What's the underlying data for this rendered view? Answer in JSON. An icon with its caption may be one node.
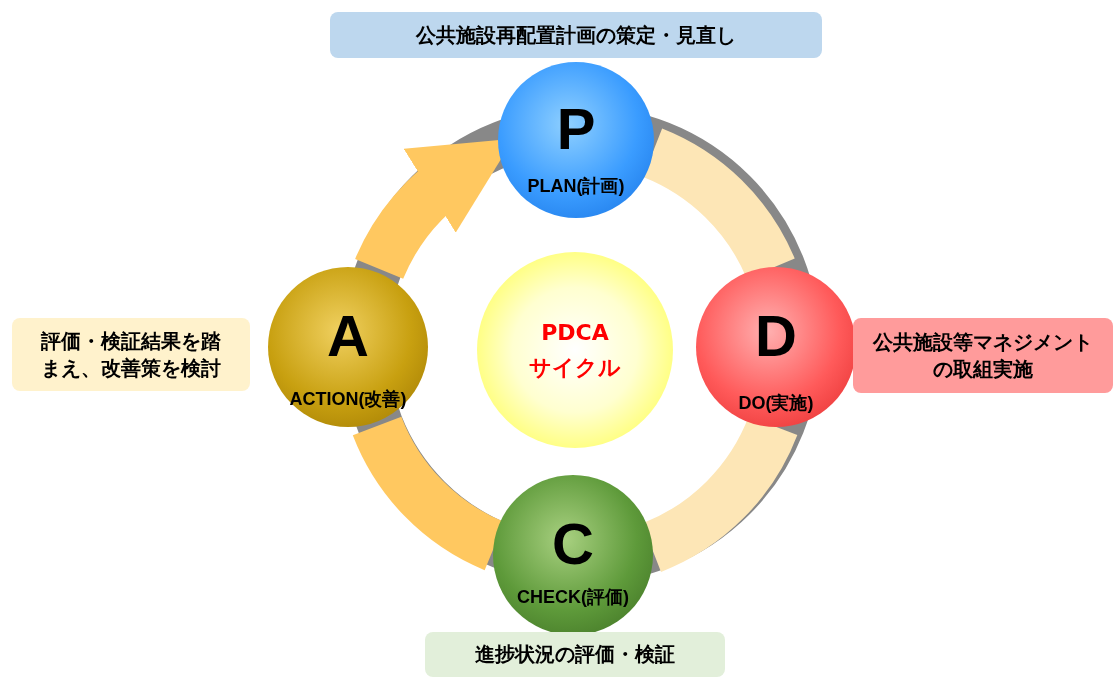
{
  "diagram": {
    "nodes": [
      {
        "text": [
          "P",
          "PLAN(計画)"
        ]
      },
      {
        "text": [
          "D",
          "DO(実施)"
        ]
      },
      {
        "text": [
          "C",
          "CHECK(評価)"
        ]
      },
      {
        "text": [
          "A",
          "ACTION(改善)"
        ]
      },
      {
        "text": [
          "PDCA サイクル"
        ]
      },
      {
        "text": [
          "公共施設再配置計画の策定・見直し"
        ]
      },
      {
        "text": [
          "公共施設等マネジメントの取組実施"
        ]
      },
      {
        "text": [
          "進捗状況の評価・検証"
        ]
      },
      {
        "text": [
          "評価・検証結果を踏まえ、改善策を検討"
        ]
      }
    ],
    "edges": [
      {
        "from": 0,
        "to": 1,
        "arrow": "none",
        "color": "#fde6b6"
      },
      {
        "from": 1,
        "to": 2,
        "arrow": "none",
        "color": "#fde6b6"
      },
      {
        "from": 2,
        "to": 3,
        "arrow": "none",
        "color": "#ffc860"
      },
      {
        "from": 3,
        "to": 0,
        "arrow": "to",
        "color": "#ffc860"
      }
    ]
  }
}
